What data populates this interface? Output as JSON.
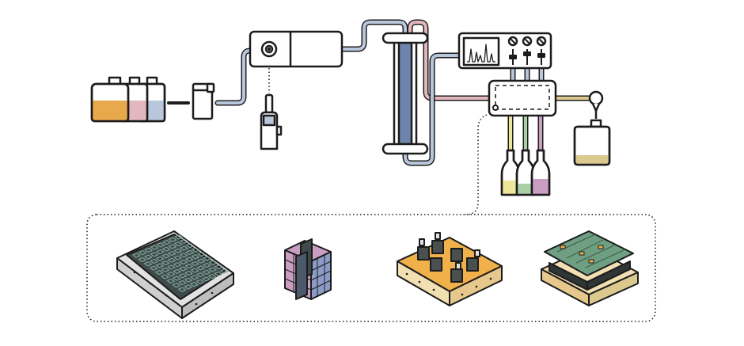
{
  "diagram": {
    "components": [
      "solvent-bottle-orange",
      "solvent-bottle-pink",
      "solvent-bottle-blue",
      "pump",
      "injector",
      "syringe",
      "chromatography-column",
      "detector-controller",
      "fraction-splitter",
      "fraction-bottle-yellow",
      "fraction-bottle-green",
      "fraction-bottle-purple",
      "waste-collection",
      "detail-panel"
    ],
    "detail_items": [
      "well-plate-array",
      "cube-stack-module",
      "microfluidic-chip-board",
      "circuit-board-module"
    ]
  },
  "colors": {
    "outline": "#1c1c1c",
    "orange": "#e8a84c",
    "pink": "#e4b6bd",
    "blue_light": "#b9c7dc",
    "blue_dark": "#6d84ad",
    "yellow": "#ede59a",
    "green": "#a9cfa7",
    "purple": "#c99ec2",
    "tan": "#dcc98e",
    "plate_gray": "#e2e2e2",
    "well_teal": "#3f4b49",
    "board_green": "#6f9f82",
    "board_orange": "#f0b04a",
    "board_tan": "#f2dfb2"
  }
}
